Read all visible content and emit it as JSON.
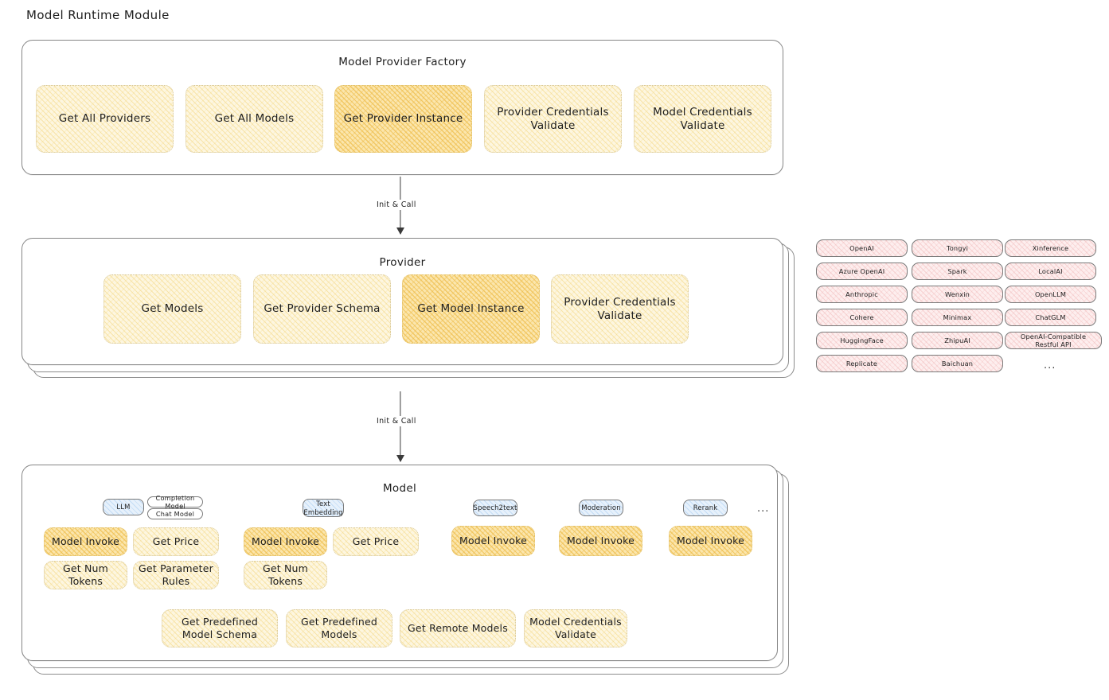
{
  "title": "Model Runtime Module",
  "colors": {
    "chip_fill": "#fdf6e0",
    "chip_strong_fill": "#fbe6ad",
    "provider_tag_fill": "#fdeeee",
    "model_type_tag_fill": "#e7f1fb",
    "border": "#868686",
    "text": "#1e1e1e"
  },
  "factory": {
    "title": "Model Provider Factory",
    "chips": [
      {
        "label": "Get All Providers",
        "highlight": false
      },
      {
        "label": "Get All Models",
        "highlight": false
      },
      {
        "label": "Get Provider Instance",
        "highlight": true
      },
      {
        "label": "Provider Credentials Validate",
        "highlight": false
      },
      {
        "label": "Model Credentials Validate",
        "highlight": false
      }
    ]
  },
  "arrows": [
    {
      "label": "Init & Call"
    },
    {
      "label": "Init & Call"
    }
  ],
  "provider": {
    "title": "Provider",
    "chips": [
      {
        "label": "Get Models",
        "highlight": false
      },
      {
        "label": "Get Provider Schema",
        "highlight": false
      },
      {
        "label": "Get Model Instance",
        "highlight": true
      },
      {
        "label": "Provider Credentials Validate",
        "highlight": false
      }
    ]
  },
  "provider_list": {
    "columns": [
      [
        "OpenAI",
        "Azure OpenAI",
        "Anthropic",
        "Cohere",
        "HuggingFace",
        "Replicate"
      ],
      [
        "Tongyi",
        "Spark",
        "Wenxin",
        "Minimax",
        "ZhipuAI",
        "Baichuan"
      ],
      [
        "Xinference",
        "LocalAI",
        "OpenLLM",
        "ChatGLM",
        "OpenAI-Compatible Restful API"
      ]
    ],
    "more": "..."
  },
  "model": {
    "title": "Model",
    "more": "...",
    "groups": [
      {
        "type": "LLM",
        "subtypes": [
          "Completion Model",
          "Chat Model"
        ],
        "methods": [
          {
            "label": "Model Invoke",
            "highlight": true
          },
          {
            "label": "Get Price",
            "highlight": false
          },
          {
            "label": "Get Num Tokens",
            "highlight": false
          },
          {
            "label": "Get Parameter Rules",
            "highlight": false
          }
        ]
      },
      {
        "type": "Text Embedding",
        "subtypes": [],
        "methods": [
          {
            "label": "Model Invoke",
            "highlight": true
          },
          {
            "label": "Get Price",
            "highlight": false
          },
          {
            "label": "Get Num Tokens",
            "highlight": false
          }
        ]
      },
      {
        "type": "Speech2text",
        "subtypes": [],
        "methods": [
          {
            "label": "Model Invoke",
            "highlight": true
          }
        ]
      },
      {
        "type": "Moderation",
        "subtypes": [],
        "methods": [
          {
            "label": "Model Invoke",
            "highlight": true
          }
        ]
      },
      {
        "type": "Rerank",
        "subtypes": [],
        "methods": [
          {
            "label": "Model Invoke",
            "highlight": true
          }
        ]
      }
    ],
    "shared_methods": [
      "Get Predefined Model Schema",
      "Get Predefined Models",
      "Get Remote Models",
      "Model Credentials Validate"
    ]
  }
}
